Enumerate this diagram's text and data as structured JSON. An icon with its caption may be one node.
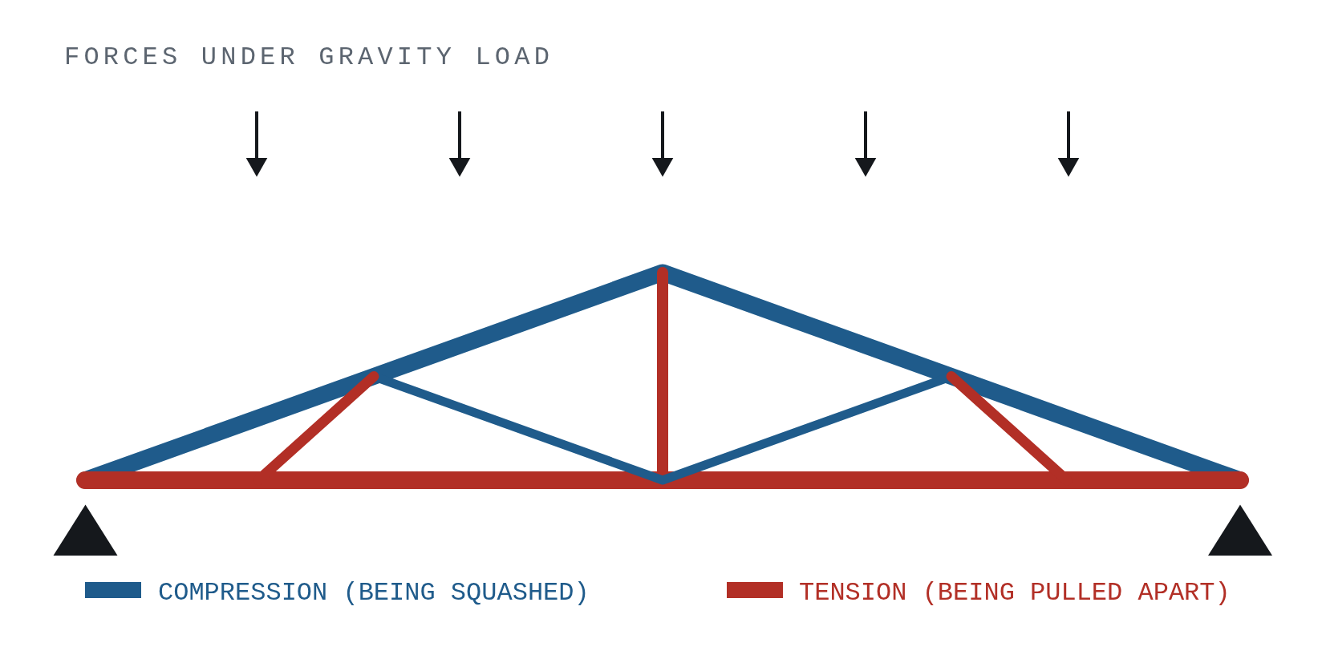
{
  "diagram": {
    "title": "FORCES UNDER GRAVITY LOAD",
    "legend": [
      {
        "text": "COMPRESSION (BEING SQUASHED)",
        "color": "#1f5b8b"
      },
      {
        "text": "TENSION (BEING PULLED APART)",
        "color": "#b22f26"
      }
    ]
  }
}
